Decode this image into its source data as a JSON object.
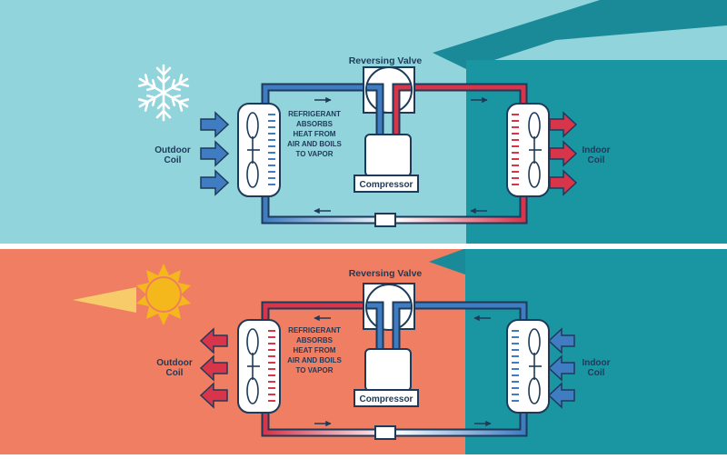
{
  "colors": {
    "outdoor_winter": "#92d4dc",
    "indoor_winter": "#1a96a3",
    "outdoor_summer": "#ef7e62",
    "indoor_summer": "#1a96a3",
    "roof": "#1a8a98",
    "pipe_outline": "#1e3a5a",
    "pipe_red": "#d8344a",
    "pipe_blue": "#3f7cc2",
    "unit_fill": "#ffffff",
    "sun": "#f4b71c"
  },
  "icons": {
    "winter": "snowflake-icon",
    "summer": "sun-icon",
    "air_arrows": "arrow-icon",
    "fan": "fan-icon"
  },
  "heating_panel": {
    "valve_label": "Reversing Valve",
    "compressor_label": "Compressor",
    "left_coil_label": [
      "Outdoor",
      "Coil"
    ],
    "right_coil_label": [
      "Indoor",
      "Coil"
    ],
    "note_lines": [
      "REFRIGERANT",
      "ABSORBS",
      "HEAT FROM",
      "AIR AND BOILS",
      "TO VAPOR"
    ]
  },
  "cooling_panel": {
    "valve_label": "Reversing Valve",
    "compressor_label": "Compressor",
    "left_coil_label": [
      "Outdoor",
      "Coil"
    ],
    "right_coil_label": [
      "Indoor",
      "Coil"
    ],
    "note_lines": [
      "REFRIGERANT",
      "ABSORBS",
      "HEAT FROM",
      "AIR AND BOILS",
      "TO VAPOR"
    ]
  }
}
